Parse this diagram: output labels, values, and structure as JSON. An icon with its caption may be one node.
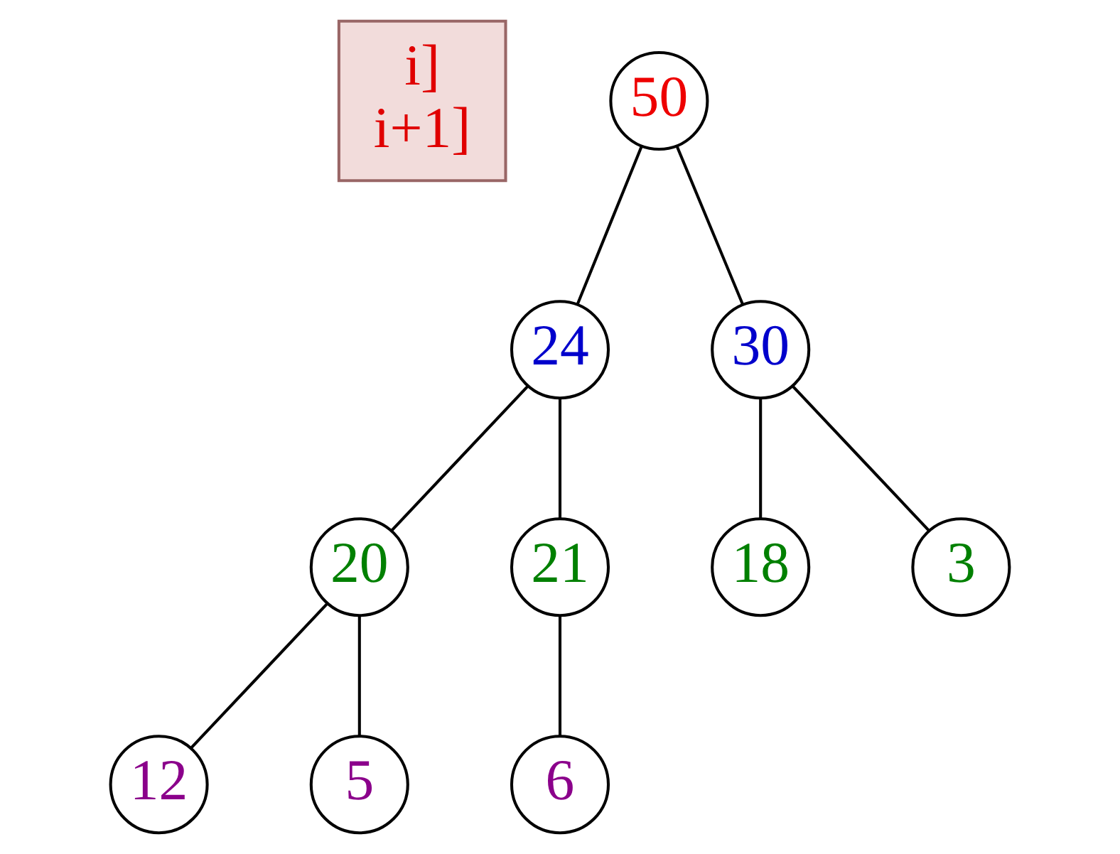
{
  "diagram": {
    "nodes": [
      {
        "text": [
          "i]",
          "i+1]"
        ]
      },
      {
        "text": [
          "50"
        ]
      },
      {
        "text": [
          "24"
        ]
      },
      {
        "text": [
          "30"
        ]
      },
      {
        "text": [
          "20"
        ]
      },
      {
        "text": [
          "21"
        ]
      },
      {
        "text": [
          "18"
        ]
      },
      {
        "text": [
          "3"
        ]
      },
      {
        "text": [
          "12"
        ]
      },
      {
        "text": [
          "5"
        ]
      },
      {
        "text": [
          "6"
        ]
      }
    ],
    "edges": [
      {
        "from": 1,
        "to": 2,
        "arrow": "none"
      },
      {
        "from": 1,
        "to": 3,
        "arrow": "none"
      },
      {
        "from": 2,
        "to": 4,
        "arrow": "none"
      },
      {
        "from": 2,
        "to": 5,
        "arrow": "none"
      },
      {
        "from": 3,
        "to": 6,
        "arrow": "none"
      },
      {
        "from": 3,
        "to": 7,
        "arrow": "none"
      },
      {
        "from": 4,
        "to": 8,
        "arrow": "none"
      },
      {
        "from": 4,
        "to": 9,
        "arrow": "none"
      },
      {
        "from": 5,
        "to": 10,
        "arrow": "none"
      }
    ]
  }
}
